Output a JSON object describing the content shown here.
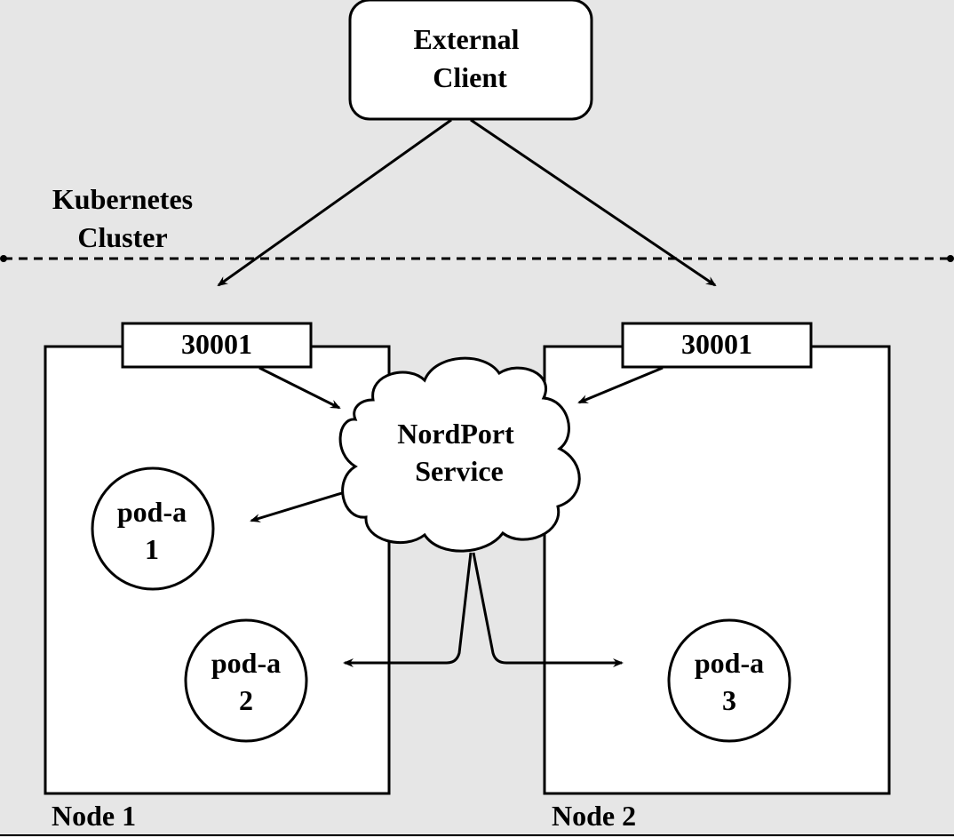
{
  "external_client": {
    "line1": "External",
    "line2": "Client"
  },
  "cluster_label": {
    "line1": "Kubernetes",
    "line2": "Cluster"
  },
  "nodes": [
    {
      "label": "Node 1",
      "port": "30001"
    },
    {
      "label": "Node 2",
      "port": "30001"
    }
  ],
  "service": {
    "line1": "NordPort",
    "line2": "Service"
  },
  "pods": [
    {
      "line1": "pod-a",
      "line2": "1"
    },
    {
      "line1": "pod-a",
      "line2": "2"
    },
    {
      "line1": "pod-a",
      "line2": "3"
    }
  ]
}
